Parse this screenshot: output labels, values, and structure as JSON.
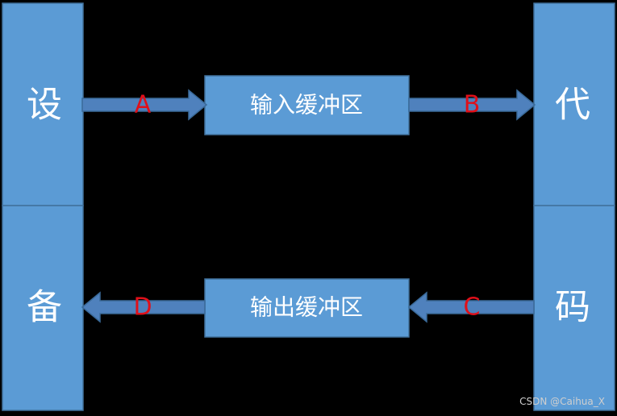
{
  "colors": {
    "background": "#000000",
    "box_fill": "#5b9bd5",
    "box_stroke": "#41719c",
    "arrow_fill": "#4f81bd",
    "arrow_stroke": "#3a6a99",
    "text": "#ffffff",
    "arrow_label": "#e0101a"
  },
  "device": {
    "top_char": "设",
    "bottom_char": "备"
  },
  "code": {
    "top_char": "代",
    "bottom_char": "码"
  },
  "buffers": {
    "input": "输入缓冲区",
    "output": "输出缓冲区"
  },
  "arrows": {
    "a": {
      "label": "A"
    },
    "b": {
      "label": "B"
    },
    "c": {
      "label": "C"
    },
    "d": {
      "label": "D"
    }
  },
  "watermark": "CSDN @Caihua_X"
}
